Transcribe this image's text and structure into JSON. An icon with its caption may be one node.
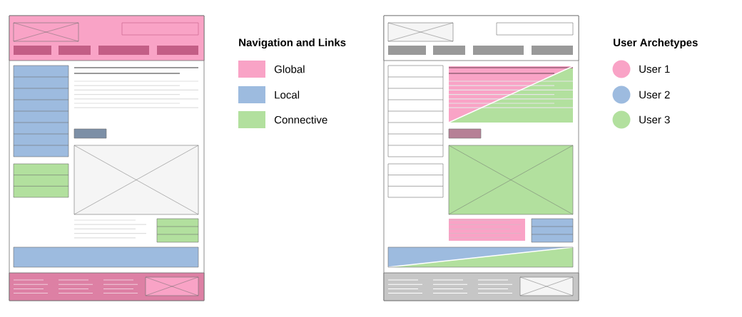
{
  "diagram": {
    "labels": [
      "Navigation and Links",
      "User Archetypes"
    ],
    "legend": [
      {
        "text": "Global",
        "color": "#f9a3c6"
      },
      {
        "text": "Local",
        "color": "#9dbbdf"
      },
      {
        "text": "Connective",
        "color": "#b2e09e"
      },
      {
        "text": "User 1",
        "color": "#f9a3c6"
      },
      {
        "text": "User 2",
        "color": "#9dbbdf"
      },
      {
        "text": "User 3",
        "color": "#b2e09e"
      }
    ]
  }
}
